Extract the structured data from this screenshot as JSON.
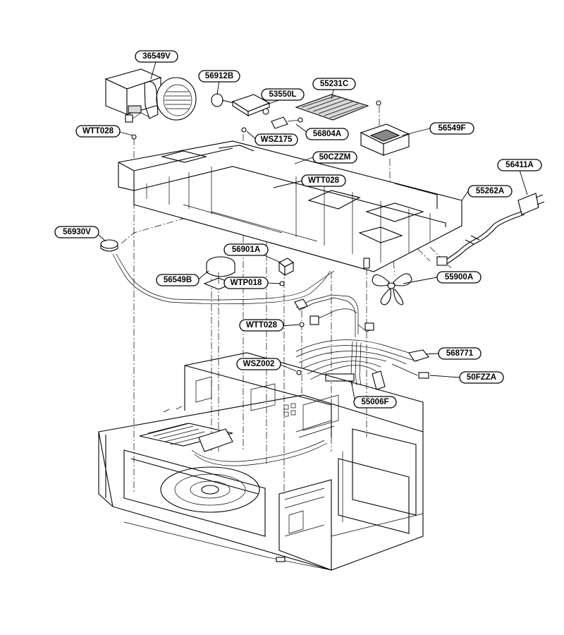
{
  "parts": [
    {
      "id": "p36549V",
      "label": "36549V"
    },
    {
      "id": "p56912B",
      "label": "56912B"
    },
    {
      "id": "p55231C",
      "label": "55231C"
    },
    {
      "id": "p53550L",
      "label": "53550L"
    },
    {
      "id": "p56804A",
      "label": "56804A"
    },
    {
      "id": "p56549F",
      "label": "56549F"
    },
    {
      "id": "pWTT028a",
      "label": "WTT028"
    },
    {
      "id": "pWSZ175",
      "label": "WSZ175"
    },
    {
      "id": "p50CZZM",
      "label": "50CZZM"
    },
    {
      "id": "pWTT028b",
      "label": "WTT028"
    },
    {
      "id": "p56411A",
      "label": "56411A"
    },
    {
      "id": "p55262A",
      "label": "55262A"
    },
    {
      "id": "p56930V",
      "label": "56930V"
    },
    {
      "id": "p56901A",
      "label": "56901A"
    },
    {
      "id": "p56549B",
      "label": "56549B"
    },
    {
      "id": "pWTP018",
      "label": "WTP018"
    },
    {
      "id": "p55900A",
      "label": "55900A"
    },
    {
      "id": "pWTT028c",
      "label": "WTT028"
    },
    {
      "id": "p568771",
      "label": "568771"
    },
    {
      "id": "pWSZ002",
      "label": "WSZ002"
    },
    {
      "id": "p50FZZA",
      "label": "50FZZA"
    },
    {
      "id": "p55006F",
      "label": "55006F"
    }
  ]
}
